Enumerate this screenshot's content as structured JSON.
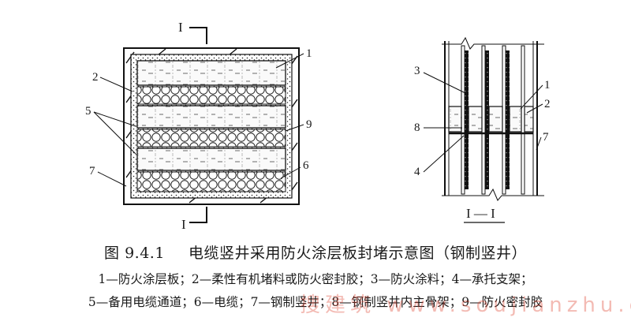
{
  "diagram": {
    "title_number": "图 9.4.1",
    "title_text": "电缆竖井采用防火涂层板封堵示意图（钢制竖井）",
    "legend_line_1": "1—防火涂层板；2—柔性有机堵料或防火密封胶；3—防火涂料；4—承托支架；",
    "legend_line_2": "5—备用电缆通道；6—电缆；7—钢制竖井；8—钢制竖井内主骨架；9—防火密封胶",
    "left_labels": {
      "section_top": "I",
      "section_bottom": "I",
      "c1": "1",
      "c2": "2",
      "c5": "5",
      "c9": "9",
      "c7": "7",
      "c6": "6"
    },
    "right_labels": {
      "c3": "3",
      "c8": "8",
      "c4": "4",
      "c1": "1",
      "c2": "2",
      "c7": "7",
      "section": "I — I"
    },
    "watermark": "搜建筑 www.soujianzhu.cn"
  }
}
